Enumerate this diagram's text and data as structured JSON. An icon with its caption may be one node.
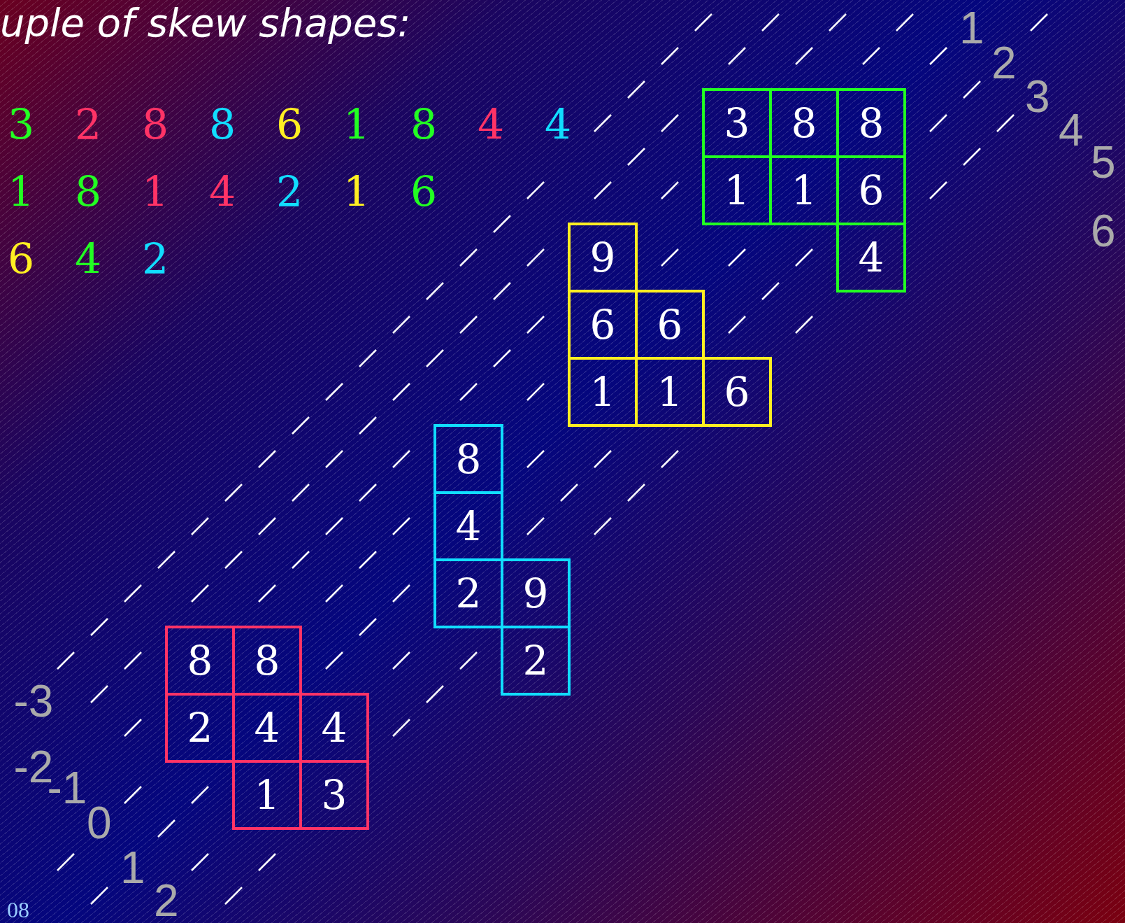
{
  "diagram": {
    "title": "uple of skew shapes:",
    "nodes": [
      {
        "text": [
          "3"
        ]
      },
      {
        "text": [
          "8"
        ]
      },
      {
        "text": [
          "8"
        ]
      },
      {
        "text": [
          "1"
        ]
      },
      {
        "text": [
          "1"
        ]
      },
      {
        "text": [
          "6"
        ]
      },
      {
        "text": [
          "4"
        ]
      },
      {
        "text": [
          "9"
        ]
      },
      {
        "text": [
          "6"
        ]
      },
      {
        "text": [
          "6"
        ]
      },
      {
        "text": [
          "1"
        ]
      },
      {
        "text": [
          "1"
        ]
      },
      {
        "text": [
          "6"
        ]
      },
      {
        "text": [
          "8"
        ]
      },
      {
        "text": [
          "4"
        ]
      },
      {
        "text": [
          "2"
        ]
      },
      {
        "text": [
          "9"
        ]
      },
      {
        "text": [
          "2"
        ]
      },
      {
        "text": [
          "8"
        ]
      },
      {
        "text": [
          "8"
        ]
      },
      {
        "text": [
          "2"
        ]
      },
      {
        "text": [
          "4"
        ]
      },
      {
        "text": [
          "4"
        ]
      },
      {
        "text": [
          "1"
        ]
      },
      {
        "text": [
          "3"
        ]
      }
    ],
    "labels": [
      "3",
      "2",
      "8",
      "8",
      "6",
      "1",
      "8",
      "4",
      "4",
      "1",
      "8",
      "1",
      "4",
      "2",
      "1",
      "6",
      "6",
      "4",
      "2",
      "1",
      "2",
      "3",
      "4",
      "5",
      "6",
      "-3",
      "-2",
      "-1",
      "0",
      "1",
      "2",
      "08"
    ]
  }
}
